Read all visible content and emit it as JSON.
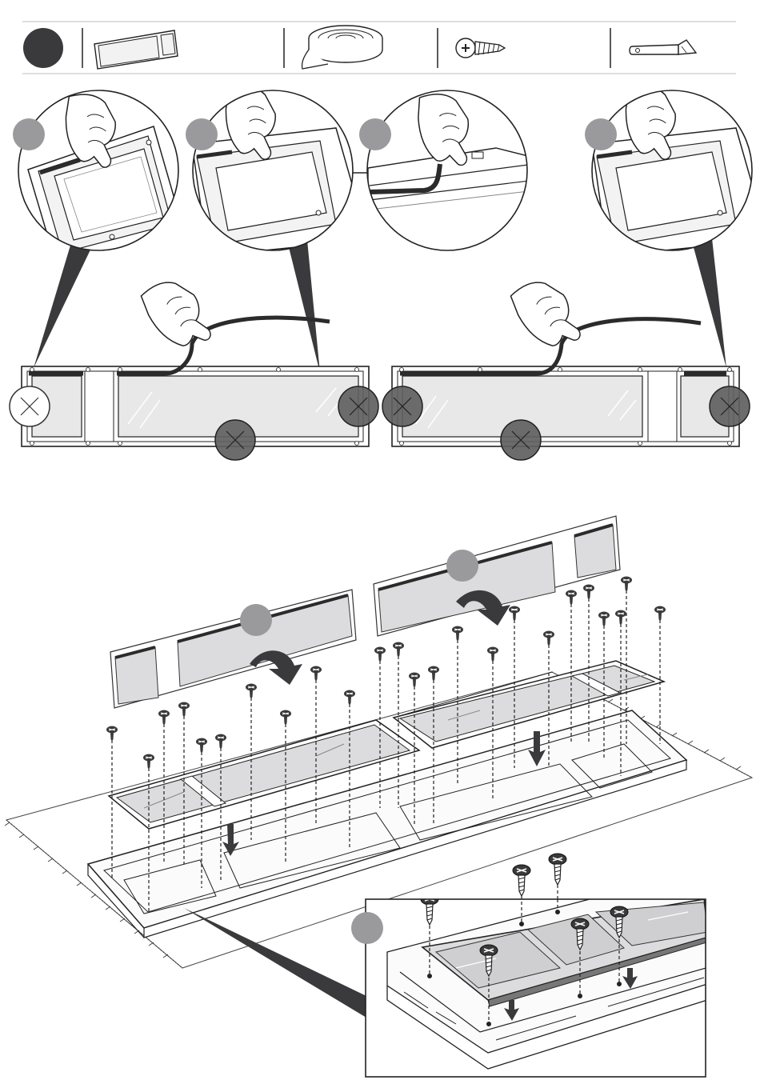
{
  "colors": {
    "step_badge": "#3a3a3c",
    "callout_badge": "#9a9a9c",
    "glass": "#dcdcde",
    "glass_dark": "#c8c8ca",
    "line": "#2a2a2a",
    "tape": "#2b2b2b",
    "remove_marker": "#5f5f61"
  },
  "header": {
    "step_badge": "",
    "parts": [
      {
        "icon": "door-frame-icon"
      },
      {
        "icon": "sealing-tape-roll-icon"
      },
      {
        "icon": "screw-icon"
      },
      {
        "icon": "utility-knife-icon"
      }
    ]
  },
  "callouts": {
    "detail_badges": [
      "",
      "",
      "",
      ""
    ],
    "assembly_badges": [
      "",
      ""
    ],
    "inset_badge": ""
  },
  "panels": {
    "left": {
      "markers": [
        "unmarked",
        "remove",
        "remove"
      ]
    },
    "right": {
      "markers": [
        "remove",
        "remove",
        "remove"
      ]
    }
  }
}
